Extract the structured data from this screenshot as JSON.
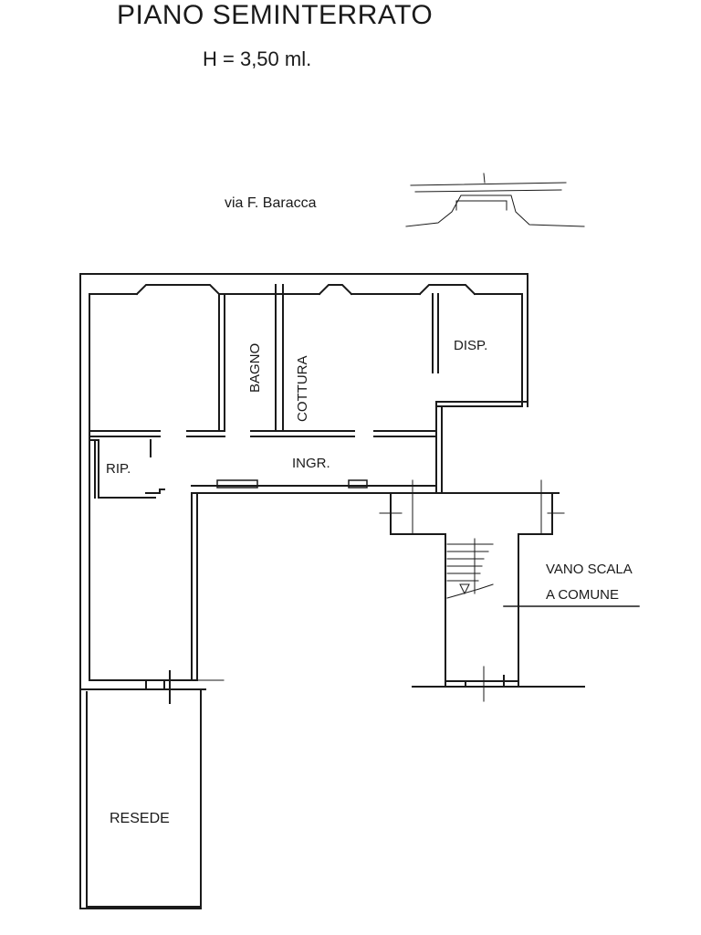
{
  "header": {
    "title": "PIANO SEMINTERRATO",
    "height_note": "H = 3,50 ml."
  },
  "street": "via F. Baracca",
  "rooms": {
    "bagno": "BAGNO",
    "cottura": "COTTURA",
    "disp": "DISP.",
    "rip": "RIP.",
    "ingr": "INGR.",
    "vano_line1": "VANO SCALA",
    "vano_line2": "A COMUNE",
    "resede": "RESEDE"
  }
}
